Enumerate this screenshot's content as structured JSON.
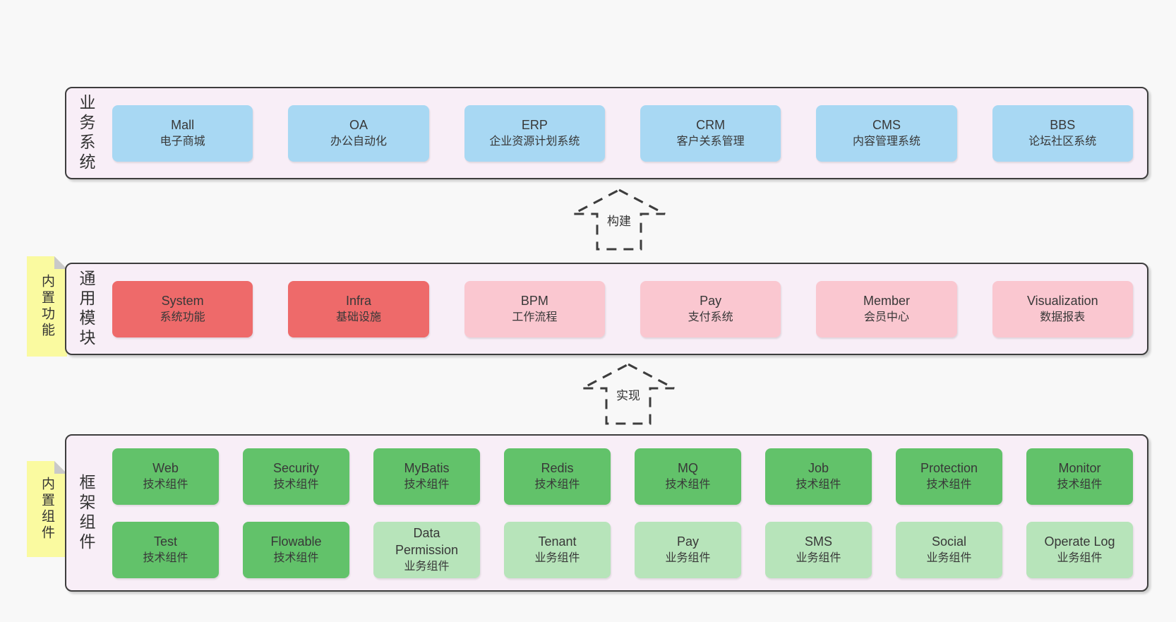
{
  "colors": {
    "page_bg": "#f8f8f8",
    "layer_bg": "#f8eef7",
    "layer_border": "#3d3d3d",
    "box_blue": "#a8d8f3",
    "box_red": "#ee6a6a",
    "box_pink": "#fac7d0",
    "box_green": "#62c26a",
    "box_green_light": "#b7e4ba",
    "sticky_yellow": "#fafaa0",
    "sticky_fold": "#c9c9c9",
    "text": "#383838"
  },
  "arrows": [
    {
      "label": "构建"
    },
    {
      "label": "实现"
    }
  ],
  "layers": [
    {
      "label": "业务系统",
      "boxes": [
        {
          "title": "Mall",
          "subtitle": "电子商城"
        },
        {
          "title": "OA",
          "subtitle": "办公自动化"
        },
        {
          "title": "ERP",
          "subtitle": "企业资源计划系统"
        },
        {
          "title": "CRM",
          "subtitle": "客户关系管理"
        },
        {
          "title": "CMS",
          "subtitle": "内容管理系统"
        },
        {
          "title": "BBS",
          "subtitle": "论坛社区系统"
        }
      ]
    },
    {
      "label": "通用模块",
      "sticky": "内置功能",
      "boxes": [
        {
          "title": "System",
          "subtitle": "系统功能"
        },
        {
          "title": "Infra",
          "subtitle": "基础设施"
        },
        {
          "title": "BPM",
          "subtitle": "工作流程"
        },
        {
          "title": "Pay",
          "subtitle": "支付系统"
        },
        {
          "title": "Member",
          "subtitle": "会员中心"
        },
        {
          "title": "Visualization",
          "subtitle": "数据报表"
        }
      ]
    },
    {
      "label": "框架组件",
      "sticky": "内置组件",
      "rows": [
        [
          {
            "title": "Web",
            "subtitle": "技术组件"
          },
          {
            "title": "Security",
            "subtitle": "技术组件"
          },
          {
            "title": "MyBatis",
            "subtitle": "技术组件"
          },
          {
            "title": "Redis",
            "subtitle": "技术组件"
          },
          {
            "title": "MQ",
            "subtitle": "技术组件"
          },
          {
            "title": "Job",
            "subtitle": "技术组件"
          },
          {
            "title": "Protection",
            "subtitle": "技术组件"
          },
          {
            "title": "Monitor",
            "subtitle": "技术组件"
          }
        ],
        [
          {
            "title": "Test",
            "subtitle": "技术组件"
          },
          {
            "title": "Flowable",
            "subtitle": "技术组件"
          },
          {
            "title": "Data Permission",
            "subtitle": "业务组件"
          },
          {
            "title": "Tenant",
            "subtitle": "业务组件"
          },
          {
            "title": "Pay",
            "subtitle": "业务组件"
          },
          {
            "title": "SMS",
            "subtitle": "业务组件"
          },
          {
            "title": "Social",
            "subtitle": "业务组件"
          },
          {
            "title": "Operate Log",
            "subtitle": "业务组件"
          }
        ]
      ]
    }
  ]
}
